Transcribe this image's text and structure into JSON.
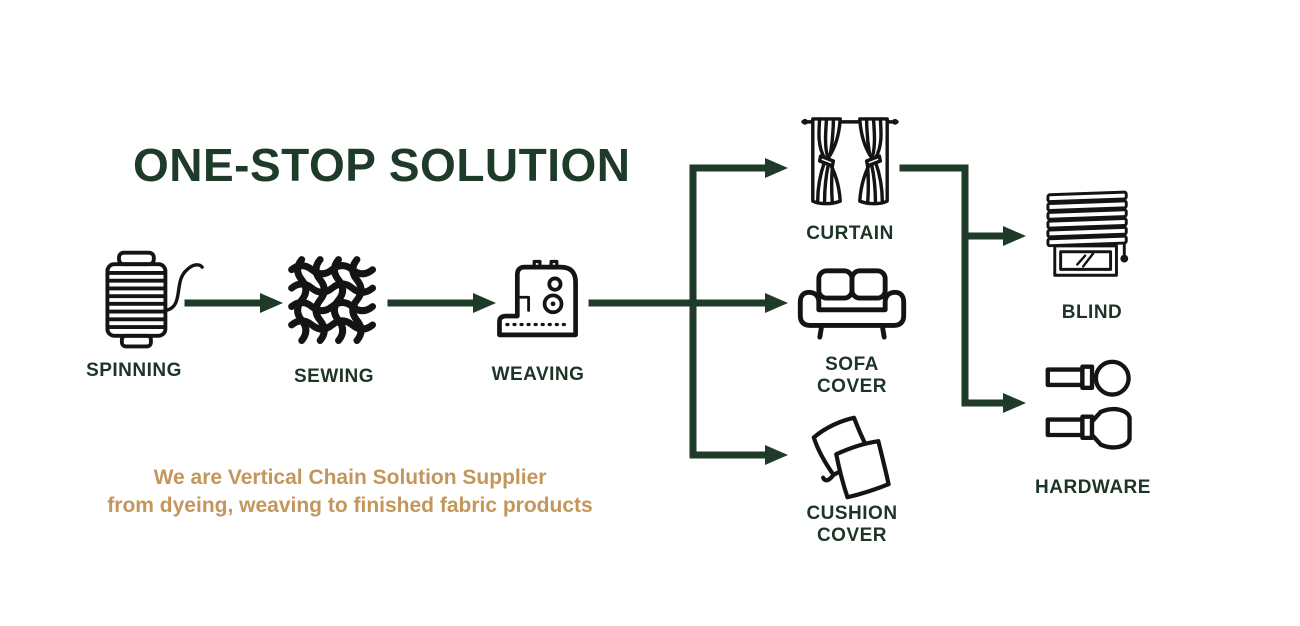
{
  "title": "ONE-STOP SOLUTION",
  "tagline": {
    "line1": "We are Vertical Chain Solution Supplier",
    "line2": "from dyeing, weaving to finished fabric products"
  },
  "stages": [
    {
      "id": "spinning",
      "label": "SPINNING",
      "icon": "thread-spool-icon"
    },
    {
      "id": "sewing",
      "label": "SEWING",
      "icon": "woven-fabric-icon"
    },
    {
      "id": "weaving",
      "label": "WEAVING",
      "icon": "sewing-machine-icon"
    }
  ],
  "products": [
    {
      "id": "curtain",
      "lines": [
        "CURTAIN"
      ],
      "icon": "curtain-icon"
    },
    {
      "id": "sofa-cover",
      "lines": [
        "SOFA",
        "COVER"
      ],
      "icon": "sofa-icon"
    },
    {
      "id": "cushion-cover",
      "lines": [
        "CUSHION",
        "COVER"
      ],
      "icon": "cushion-pillows-icon"
    }
  ],
  "accessories": [
    {
      "id": "blind",
      "label": "BLIND",
      "icon": "window-blind-icon"
    },
    {
      "id": "hardware",
      "label": "HARDWARE",
      "icon": "curtain-finials-icon"
    }
  ],
  "colors": {
    "title_green": "#1e3b2a",
    "label_green": "#1c3527",
    "arrow_green": "#1e3a29",
    "icon_black": "#141414",
    "tagline_tan": "#c3965c",
    "background": "#ffffff"
  }
}
